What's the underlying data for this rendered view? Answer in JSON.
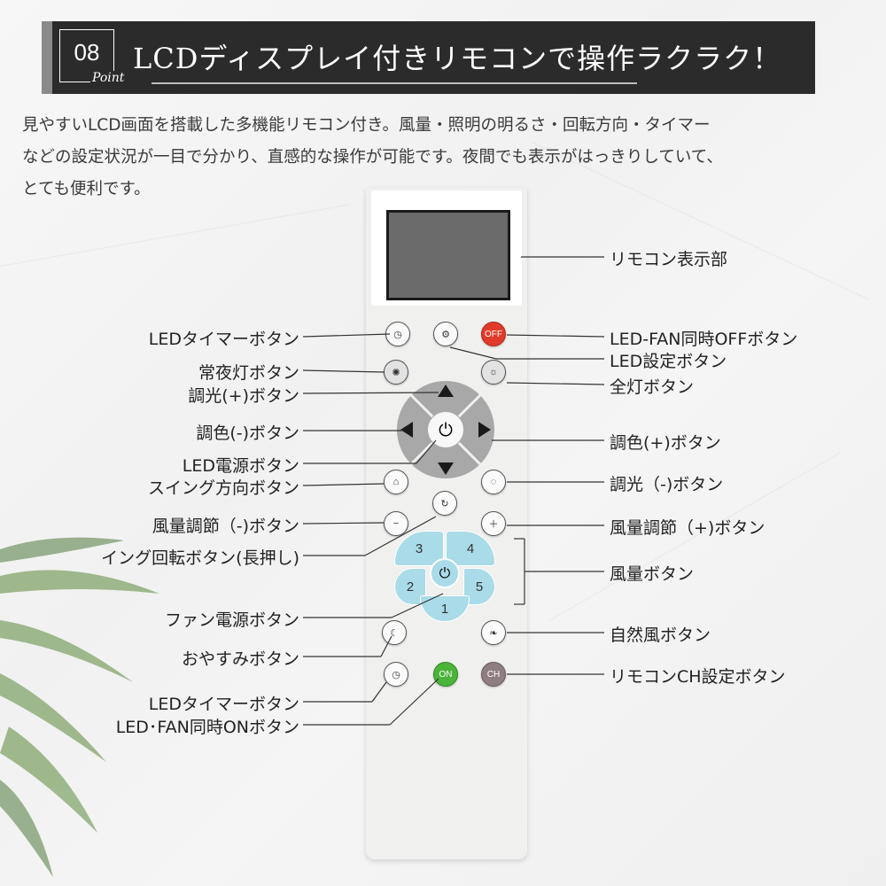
{
  "header": {
    "number": "08",
    "point_word": "Point",
    "title": "LCDディスプレイ付きリモコンで操作ラクラク！"
  },
  "description": [
    "見やすいLCD画面を搭載した多機能リモコン付き。風量・照明の明るさ・回転方向・タイマー",
    "などの設定状況が一目で分かり、直感的な操作が可能です。夜間でも表示がはっきりしていて、",
    "とても便利です。"
  ],
  "remote": {
    "off_label": "OFF",
    "on_label": "ON",
    "ch_label": "CH",
    "fan_speeds": [
      "1",
      "2",
      "3",
      "4",
      "5"
    ]
  },
  "labels_left": {
    "led_timer_1": "LEDタイマーボタン",
    "night_light": "常夜灯ボタン",
    "dim_up": "調光(+)ボタン",
    "color_minus": "調色(-)ボタン",
    "led_power": "LED電源ボタン",
    "swing_direction": "スイング方向ボタン",
    "fan_minus": "風量調節（-)ボタン",
    "rotation": "イング回転ボタン(長押し)",
    "fan_power": "ファン電源ボタン",
    "sleep": "おやすみボタン",
    "led_timer_2": "LEDタイマーボタン",
    "led_fan_on": "LED･FAN同時ONボタン"
  },
  "labels_right": {
    "display": "リモコン表示部",
    "led_fan_off": "LED-FAN同時OFFボタン",
    "led_setting": "LED設定ボタン",
    "full_light": "全灯ボタン",
    "color_plus": "調色(+)ボタン",
    "dim_down": "調光（-)ボタン",
    "fan_plus": "風量調節（+)ボタン",
    "fan_speed": "風量ボタン",
    "natural_wind": "自然風ボタン",
    "remote_ch": "リモコンCH設定ボタン"
  }
}
